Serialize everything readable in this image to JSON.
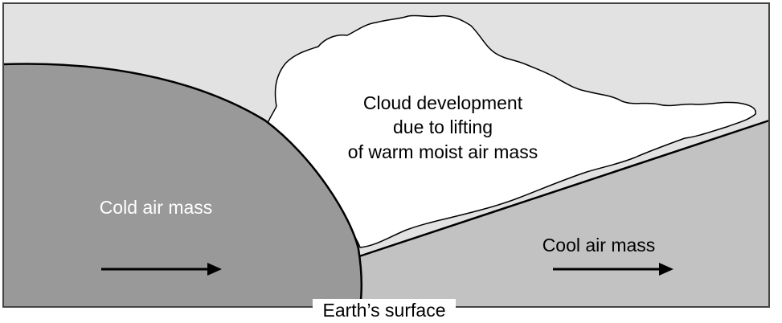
{
  "labels": {
    "cloud": [
      "Cloud development",
      "due to lifting",
      "of warm moist air mass"
    ],
    "cold_air_mass": "Cold air mass",
    "cool_air_mass": "Cool air mass",
    "earth_surface": "Earth’s surface"
  },
  "colors": {
    "sky": "#e2e2e2",
    "cold_air": "#999999",
    "cool_air": "#c2c2c2",
    "cloud": "#ffffff",
    "outline": "#000000",
    "cold_label": "#ffffff",
    "dark_label": "#000000"
  }
}
